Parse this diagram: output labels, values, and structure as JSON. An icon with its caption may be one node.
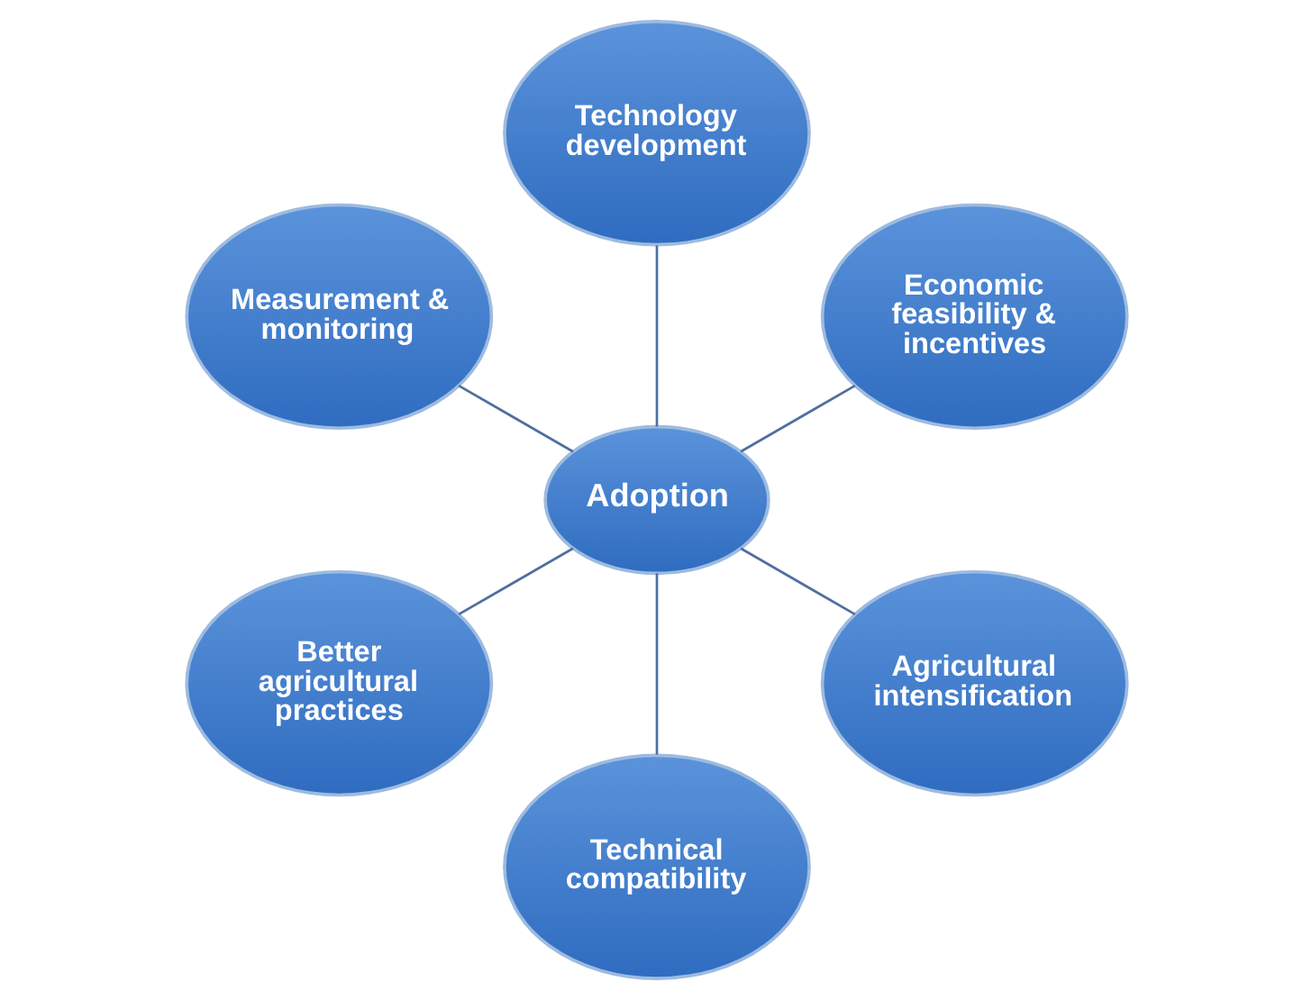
{
  "diagram": {
    "nodes": [
      {
        "text": [
          "Economic feasibility & incentives"
        ]
      },
      {
        "text": [
          "Technology development"
        ]
      },
      {
        "text": [
          "Measurement & monitoring"
        ]
      },
      {
        "text": [
          "Adoption"
        ]
      },
      {
        "text": [
          "Better agricultural practices"
        ]
      },
      {
        "text": [
          "Technical compatibility"
        ]
      },
      {
        "text": [
          "Agricultural intensification"
        ]
      }
    ],
    "edges": [
      {
        "from": 3,
        "to": 0,
        "arrow": "none"
      },
      {
        "from": 3,
        "to": 1,
        "arrow": "none"
      },
      {
        "from": 3,
        "to": 2,
        "arrow": "none"
      },
      {
        "from": 3,
        "to": 4,
        "arrow": "none"
      },
      {
        "from": 3,
        "to": 5,
        "arrow": "none"
      },
      {
        "from": 3,
        "to": 6,
        "arrow": "none"
      }
    ]
  }
}
